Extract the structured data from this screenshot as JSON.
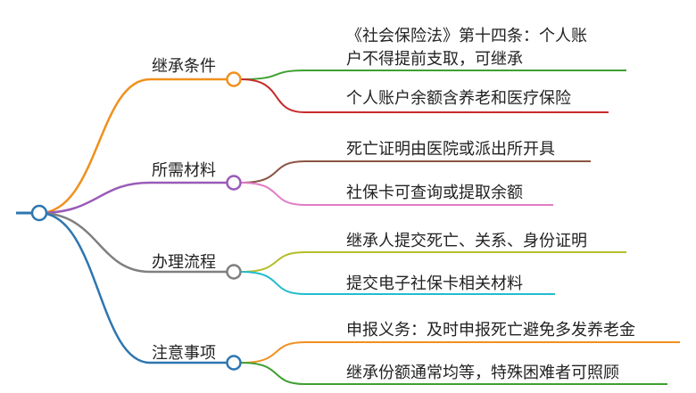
{
  "branches": [
    {
      "label": "继承条件",
      "color": "#f0901e",
      "leaves": [
        {
          "lines": [
            "《社会保险法》第十四条：个人账",
            "户不得提前支取，可继承"
          ],
          "color": "#3ea030"
        },
        {
          "lines": [
            "个人账户余额含养老和医疗保险"
          ],
          "color": "#c82a2a"
        }
      ]
    },
    {
      "label": "所需材料",
      "color": "#9a5ab8",
      "leaves": [
        {
          "lines": [
            "死亡证明由医院或派出所开具"
          ],
          "color": "#8a5444"
        },
        {
          "lines": [
            "社保卡可查询或提取余额"
          ],
          "color": "#e07cc4"
        }
      ]
    },
    {
      "label": "办理流程",
      "color": "#7f7f7f",
      "leaves": [
        {
          "lines": [
            "继承人提交死亡、关系、身份证明"
          ],
          "color": "#b4be28"
        },
        {
          "lines": [
            "提交电子社保卡相关材料"
          ],
          "color": "#22bccc"
        }
      ]
    },
    {
      "label": "注意事项",
      "color": "#2e76b0",
      "leaves": [
        {
          "lines": [
            "申报义务：及时申报死亡避免多发养老金"
          ],
          "color": "#f0901e"
        },
        {
          "lines": [
            "继承份额通常均等，特殊困难者可照顾"
          ],
          "color": "#3ea030"
        }
      ]
    }
  ],
  "root_color": "#2e76b0"
}
